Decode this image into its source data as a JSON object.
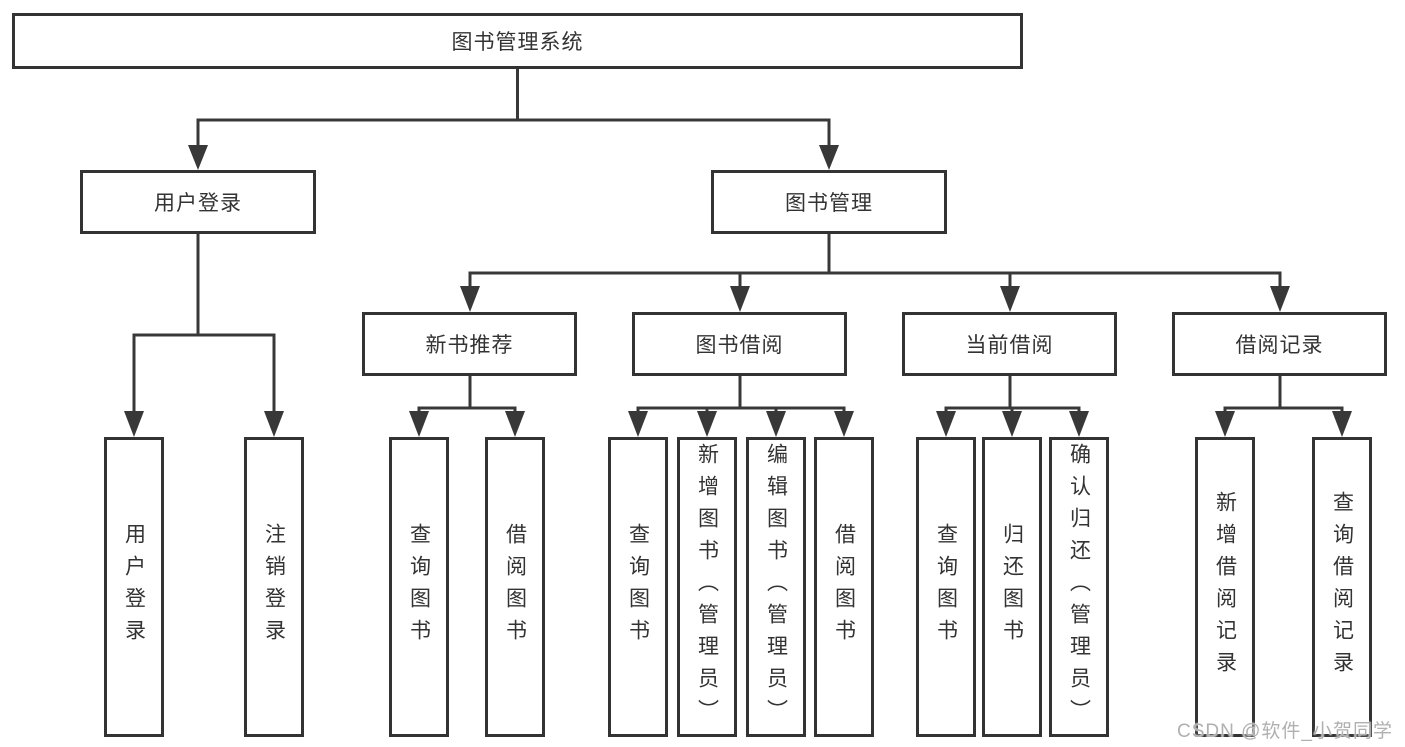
{
  "diagram_title": "图书管理系统",
  "tree": {
    "root": {
      "label": "图书管理系统",
      "children": [
        {
          "label": "用户登录",
          "children": [
            {
              "label": "用户登录"
            },
            {
              "label": "注销登录"
            }
          ]
        },
        {
          "label": "图书管理",
          "children": [
            {
              "label": "新书推荐",
              "children": [
                {
                  "label": "查询图书"
                },
                {
                  "label": "借阅图书"
                }
              ]
            },
            {
              "label": "图书借阅",
              "children": [
                {
                  "label": "查询图书"
                },
                {
                  "label": "新增图书（管理员）"
                },
                {
                  "label": "编辑图书（管理员）"
                },
                {
                  "label": "借阅图书"
                }
              ]
            },
            {
              "label": "当前借阅",
              "children": [
                {
                  "label": "查询图书"
                },
                {
                  "label": "归还图书"
                },
                {
                  "label": "确认归还（管理员）"
                }
              ]
            },
            {
              "label": "借阅记录",
              "children": [
                {
                  "label": "新增借阅记录"
                },
                {
                  "label": "查询借阅记录"
                }
              ]
            }
          ]
        }
      ]
    }
  },
  "watermark": {
    "text": "CSDN @软件_小贺同学"
  },
  "colors": {
    "line": "#383838",
    "box_border": "#333333",
    "text": "#333333",
    "background": "#ffffff",
    "watermark": "#b0b0b0"
  }
}
